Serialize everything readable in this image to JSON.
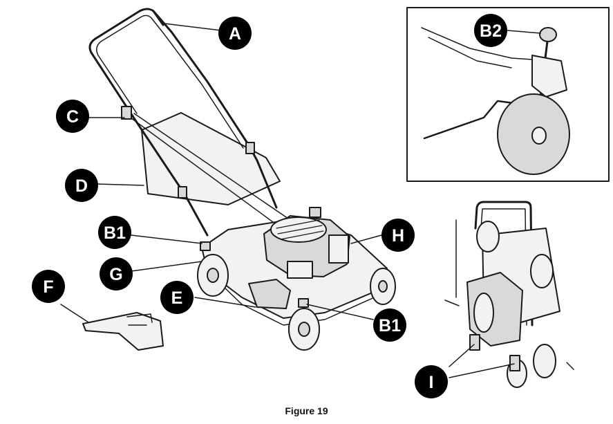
{
  "figure": {
    "caption": "Figure 19",
    "line_color": "#1a1a1a",
    "fill_light": "#f2f2f2",
    "fill_mid": "#d9d9d9",
    "callout_color": "#000000"
  },
  "callouts": {
    "a": "A",
    "b1_left": "B1",
    "b1_right": "B1",
    "b2": "B2",
    "c": "C",
    "d": "D",
    "e": "E",
    "f": "F",
    "g": "G",
    "h": "H",
    "i": "I"
  }
}
